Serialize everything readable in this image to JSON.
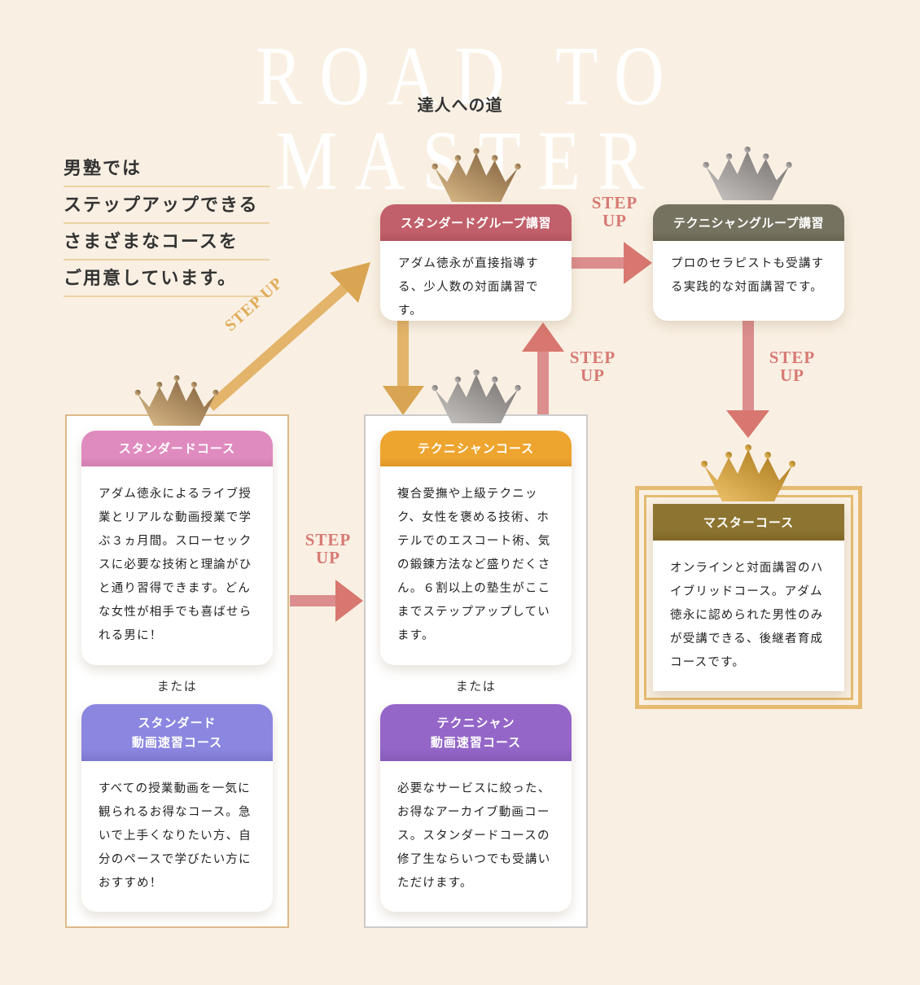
{
  "header": {
    "title": "ROAD TO MASTER",
    "subtitle": "達人への道"
  },
  "intro": {
    "lines": [
      "男塾では",
      "ステップアップできる",
      "さまざまなコースを",
      "ご用意しています。"
    ]
  },
  "step_label": {
    "line1": "STEP",
    "line2": "UP",
    "diagonal": "STEP UP"
  },
  "alt_label": "または",
  "colors": {
    "background": "#f9f0e3",
    "standard_course": "#e08bbf",
    "standard_video": "#8b87e0",
    "technician_course": "#eea52f",
    "technician_video": "#9466c8",
    "standard_group": "#c15f6a",
    "technician_group": "#767260",
    "master_course": "#8d7531",
    "arrow_gold": "#e3b46a",
    "arrow_red": "#dc8e8e"
  },
  "icons": {
    "crown": "crown-icon",
    "arrow_right": "arrow-right-icon",
    "arrow_up": "arrow-up-icon",
    "arrow_down": "arrow-down-icon",
    "arrow_diagonal": "arrow-diagonal-icon"
  },
  "courses": {
    "standard": {
      "title": "スタンダードコース",
      "desc": "アダム徳永によるライブ授業とリアルな動画授業で学ぶ３ヵ月間。スローセックスに必要な技術と理論がひと通り習得できます。どんな女性が相手でも喜ばせられる男に！"
    },
    "standard_video": {
      "title_line1": "スタンダード",
      "title_line2": "動画速習コース",
      "desc": "すべての授業動画を一気に観られるお得なコース。急いで上手くなりたい方、自分のペースで学びたい方におすすめ！"
    },
    "technician": {
      "title": "テクニシャンコース",
      "desc": "複合愛撫や上級テクニック、女性を褒める技術、ホテルでのエスコート術、気の鍛錬方法など盛りだくさん。６割以上の塾生がここまでステップアップしています。"
    },
    "technician_video": {
      "title_line1": "テクニシャン",
      "title_line2": "動画速習コース",
      "desc": "必要なサービスに絞った、お得なアーカイブ動画コース。スタンダードコースの修了生ならいつでも受講いただけます。"
    },
    "standard_group": {
      "title": "スタンダードグループ講習",
      "desc": "アダム徳永が直接指導する、少人数の対面講習です。"
    },
    "technician_group": {
      "title": "テクニシャングループ講習",
      "desc": "プロのセラピストも受講する実践的な対面講習です。"
    },
    "master": {
      "title": "マスターコース",
      "desc": "オンラインと対面講習のハイブリッドコース。アダム徳永に認められた男性のみが受講できる、後継者育成コースです。"
    }
  }
}
